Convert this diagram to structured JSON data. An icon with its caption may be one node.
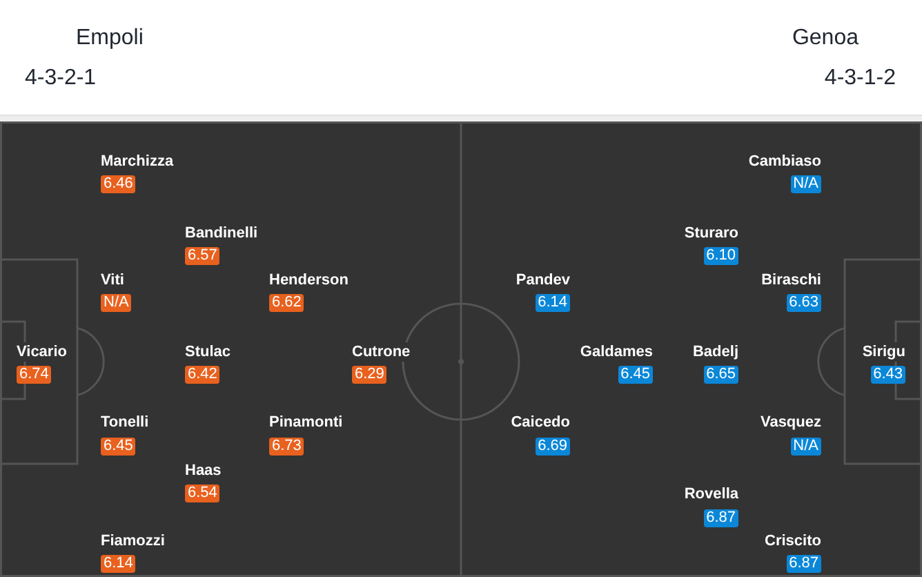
{
  "diagram": {
    "nodes": [
      {
        "text": [
          "6.46"
        ],
        "beside": [
          "Marchizza"
        ]
      },
      {
        "text": [
          "6.57"
        ],
        "beside": [
          "Bandinelli"
        ]
      },
      {
        "text": [
          "N/A"
        ],
        "beside": [
          "Viti"
        ]
      },
      {
        "text": [
          "6.62"
        ],
        "beside": [
          "Henderson"
        ]
      },
      {
        "text": [
          "6.74"
        ],
        "beside": [
          "Vicario"
        ]
      },
      {
        "text": [
          "6.42"
        ],
        "beside": [
          "Stulac"
        ]
      },
      {
        "text": [
          "6.29"
        ],
        "beside": [
          "Cutrone"
        ]
      },
      {
        "text": [
          "6.45"
        ],
        "beside": [
          "Tonelli"
        ]
      },
      {
        "text": [
          "6.73"
        ],
        "beside": [
          "Pinamonti"
        ]
      },
      {
        "text": [
          "6.54"
        ],
        "beside": [
          "Haas"
        ]
      },
      {
        "text": [
          "6.14"
        ],
        "beside": [
          "Fiamozzi"
        ]
      },
      {
        "text": [
          "N/A"
        ],
        "beside": [
          "Cambiaso"
        ]
      },
      {
        "text": [
          "6.10"
        ],
        "beside": [
          "Sturaro"
        ]
      },
      {
        "text": [
          "6.14"
        ],
        "beside": [
          "Pandev"
        ]
      },
      {
        "text": [
          "6.63"
        ],
        "beside": [
          "Biraschi"
        ]
      },
      {
        "text": [
          "6.45"
        ],
        "beside": [
          "Galdames"
        ]
      },
      {
        "text": [
          "6.65"
        ],
        "beside": [
          "Badelj"
        ]
      },
      {
        "text": [
          "6.43"
        ],
        "beside": [
          "Sirigu"
        ]
      },
      {
        "text": [
          "6.69"
        ],
        "beside": [
          "Caicedo"
        ]
      },
      {
        "text": [
          "N/A"
        ],
        "beside": [
          "Vasquez"
        ]
      },
      {
        "text": [
          "6.87"
        ],
        "beside": [
          "Rovella"
        ]
      },
      {
        "text": [
          "6.87"
        ],
        "beside": [
          "Criscito"
        ]
      }
    ],
    "labels": [
      "Empoli",
      "4-3-2-1",
      "Genoa",
      "4-3-1-2"
    ]
  }
}
